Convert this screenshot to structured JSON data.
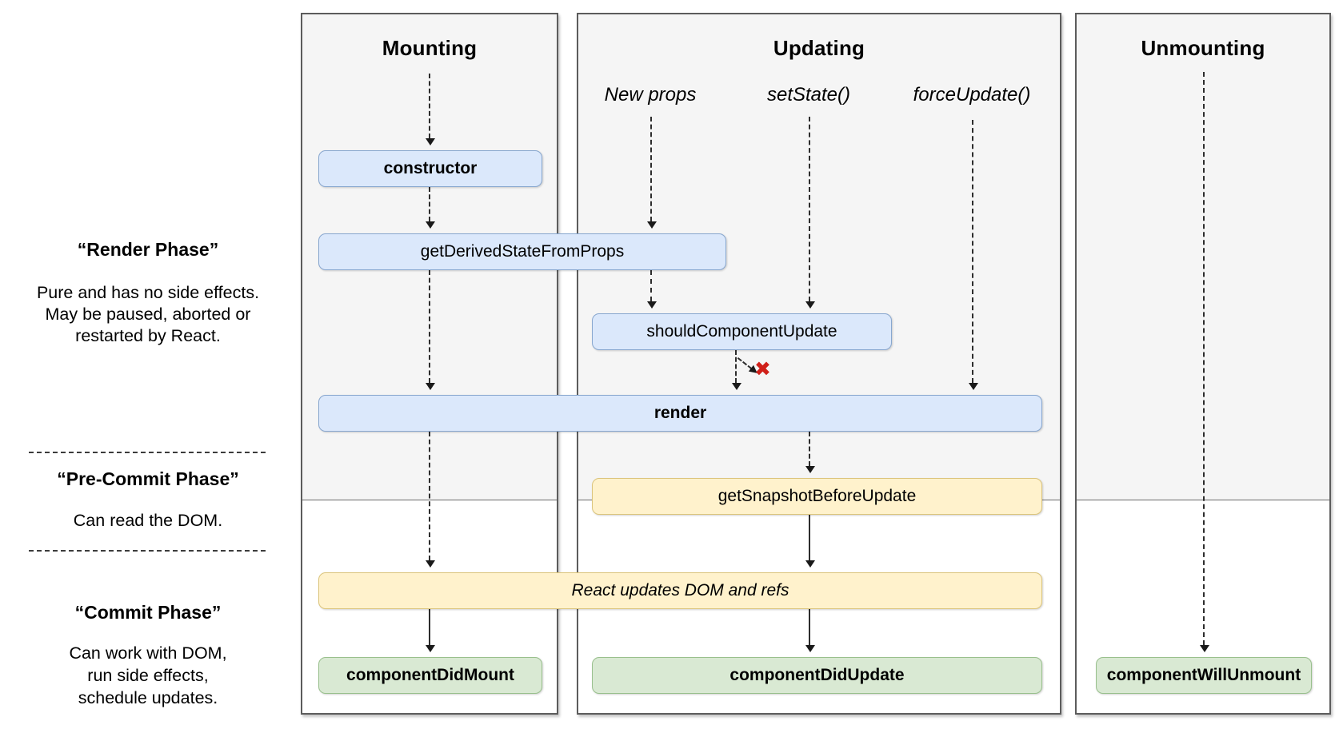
{
  "columns": {
    "mounting": {
      "title": "Mounting"
    },
    "updating": {
      "title": "Updating"
    },
    "unmounting": {
      "title": "Unmounting"
    }
  },
  "triggers": {
    "new_props": "New props",
    "set_state": "setState()",
    "force_update": "forceUpdate()"
  },
  "phases": {
    "render_phase": {
      "title": "“Render Phase”",
      "lines": [
        "Pure and has no side effects.",
        "May be paused, aborted or",
        "restarted by React."
      ]
    },
    "pre_commit_phase": {
      "title": "“Pre-Commit Phase”",
      "lines": [
        "Can read the DOM."
      ]
    },
    "commit_phase": {
      "title": "“Commit Phase”",
      "lines": [
        "Can work with DOM,",
        "run side effects,",
        "schedule updates."
      ]
    }
  },
  "boxes": {
    "constructor_box": "constructor",
    "get_derived_state_from_props": "getDerivedStateFromProps",
    "should_component_update": "shouldComponentUpdate",
    "render_box": "render",
    "get_snapshot_before_update": "getSnapshotBeforeUpdate",
    "react_updates_dom": "React updates DOM and refs",
    "component_did_mount": "componentDidMount",
    "component_did_update": "componentDidUpdate",
    "component_will_unmount": "componentWillUnmount"
  },
  "marks": {
    "abort_x": "✖"
  },
  "colors": {
    "column_background": "#f5f5f5",
    "column_border": "#5c5c5c",
    "box_blue_fill": "#dbe8fb",
    "box_blue_border": "#88a7cf",
    "box_yellow_fill": "#fff2cc",
    "box_yellow_border": "#dcc57c",
    "box_green_fill": "#d9e9d3",
    "box_green_border": "#99c08d",
    "abort_x_color": "#d0201a"
  }
}
